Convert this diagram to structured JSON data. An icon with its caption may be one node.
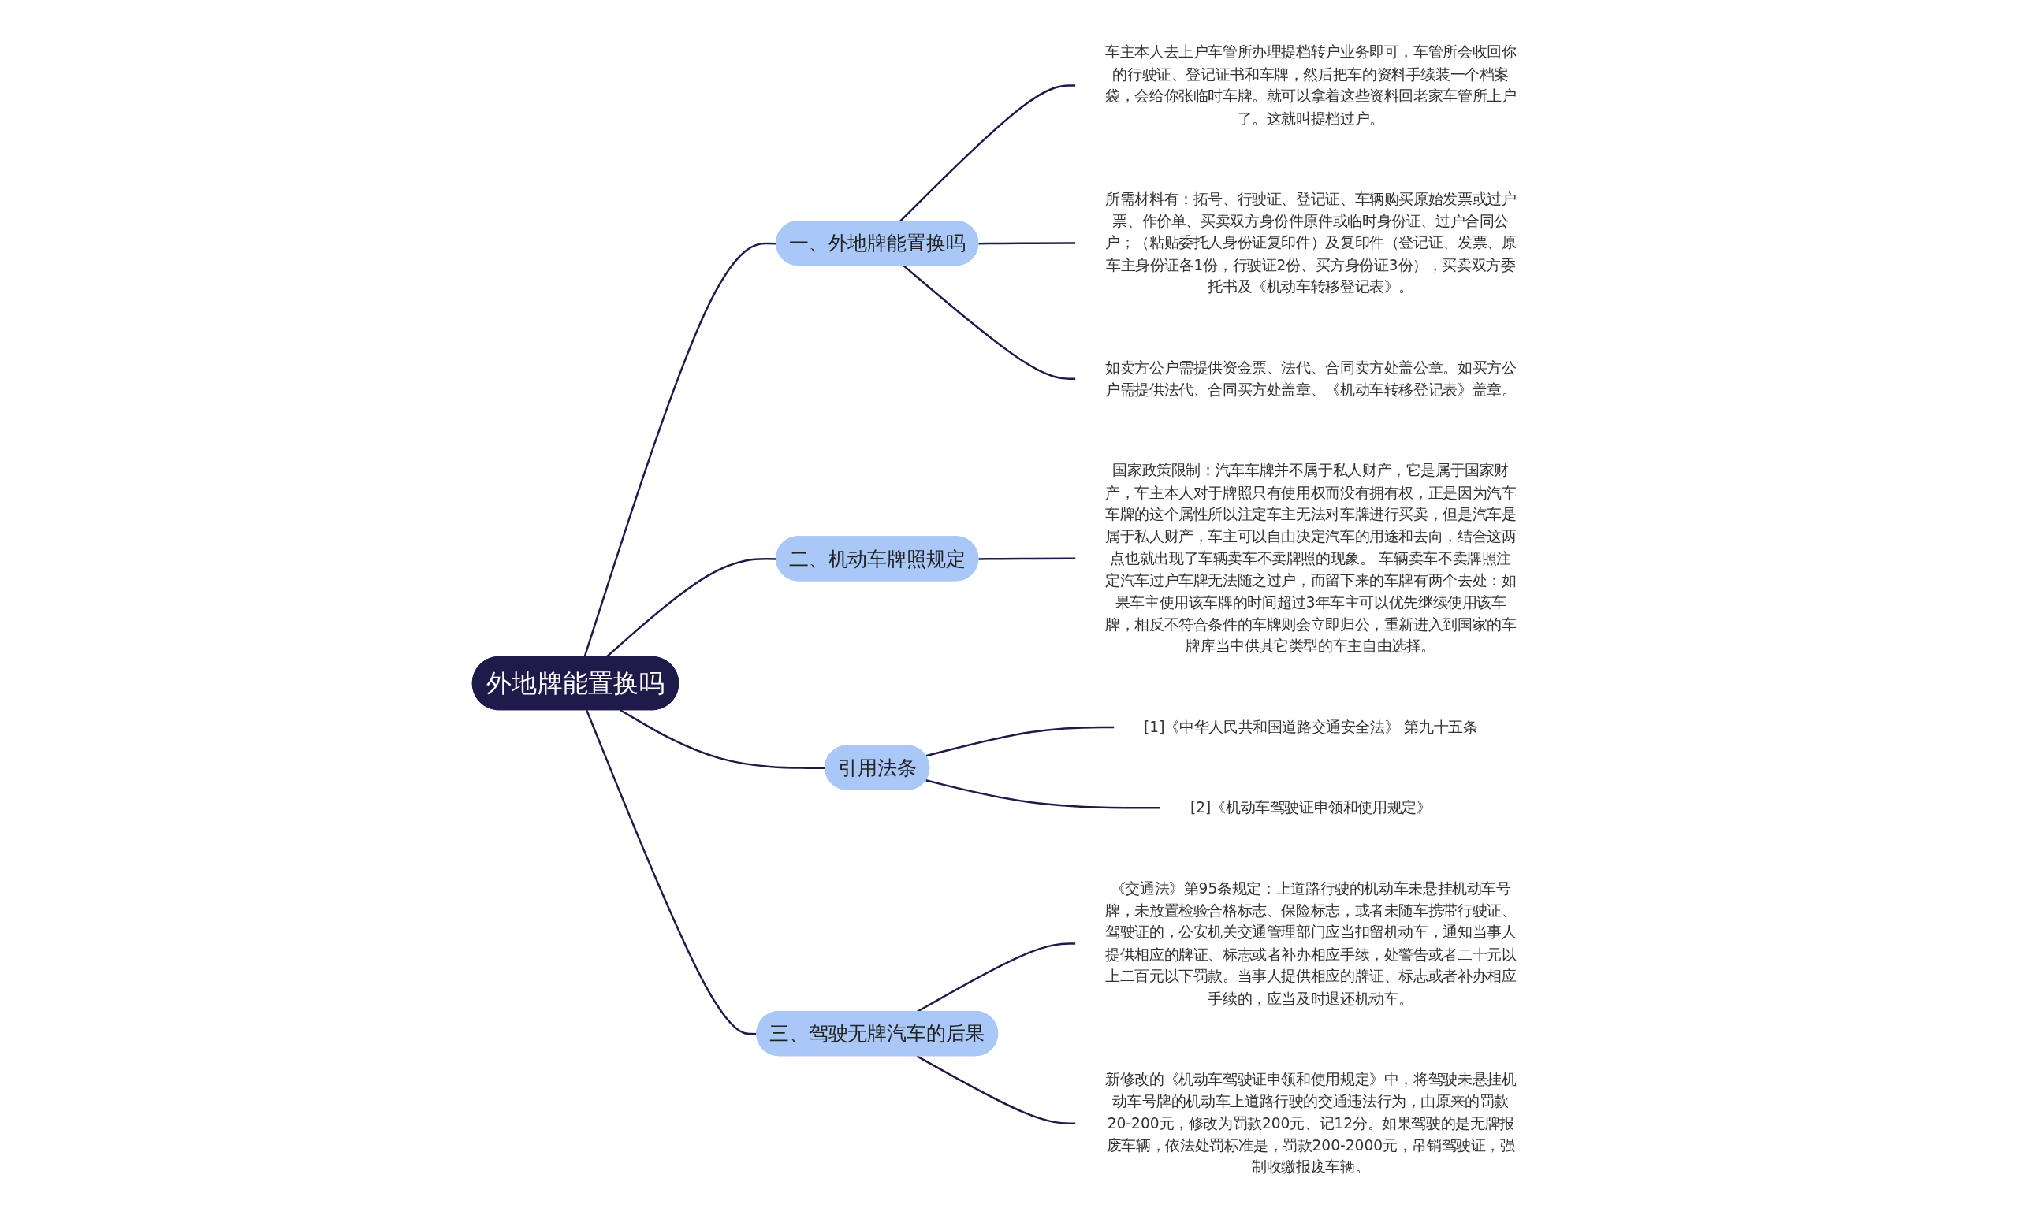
{
  "diagram": {
    "nodes": [
      {
        "text": [
          "外地牌能置换吗"
        ]
      },
      {
        "text": [
          "一、外地牌能置换吗"
        ]
      },
      {
        "text": [
          "车主本人去上户车管所办理提档转户业务即可，车管所会收回你的行驶证、登记证书和车牌，然后把车的资料手续装一个档案袋，会给你张临时车牌。就可以拿着这些资料回老家车管所上户了。这就叫提档过户。"
        ]
      },
      {
        "text": [
          "所需材料有：拓号、行驶证、登记证、车辆购买原始发票或过户票、作价单、买卖双方身份件原件或临时身份证、过户合同公户；（粘贴委托人身份证复印件）及复印件（登记证、发票、原车主身份证各1份，行驶证2份、买方身份证3份），买卖双方委托书及《机动车转移登记表》。"
        ]
      },
      {
        "text": [
          "如卖方公户需提供资金票、法代、合同卖方处盖公章。如买方公户需提供法代、合同买方处盖章、《机动车转移登记表》盖章。"
        ]
      },
      {
        "text": [
          "二、机动车牌照规定"
        ]
      },
      {
        "text": [
          "国家政策限制：汽车车牌并不属于私人财产，它是属于国家财产，车主本人对于牌照只有使用权而没有拥有权，正是因为汽车车牌的这个属性所以注定车主无法对车牌进行买卖，但是汽车是属于私人财产，车主可以自由决定汽车的用途和去向，结合这两点也就出现了车辆卖车不卖牌照的现象。 车辆卖车不卖牌照注定汽车过户车牌无法随之过户，而留下来的车牌有两个去处：如果车主使用该车牌的时间超过3年车主可以优先继续使用该车牌，相反不符合条件的车牌则会立即归公，重新进入到国家的车牌库当中供其它类型的车主自由选择。"
        ]
      },
      {
        "text": [
          "引用法条"
        ]
      },
      {
        "text": [
          "[1]《中华人民共和国道路交通安全法》 第九十五条"
        ]
      },
      {
        "text": [
          "[2]《机动车驾驶证申领和使用规定》"
        ]
      },
      {
        "text": [
          "三、驾驶无牌汽车的后果"
        ]
      },
      {
        "text": [
          "《交通法》第95条规定：上道路行驶的机动车未悬挂机动车号牌，未放置检验合格标志、保险标志，或者未随车携带行驶证、驾驶证的，公安机关交通管理部门应当扣留机动车，通知当事人提供相应的牌证、标志或者补办相应手续，处警告或者二十元以上二百元以下罚款。当事人提供相应的牌证、标志或者补办相应手续的，应当及时退还机动车。"
        ]
      },
      {
        "text": [
          "新修改的《机动车驾驶证申领和使用规定》中，将驾驶未悬挂机动车号牌的机动车上道路行驶的交通违法行为，由原来的罚款20-200元，修改为罚款200元、记12分。如果驾驶的是无牌报废车辆，依法处罚标准是，罚款200-2000元，吊销驾驶证，强制收缴报废车辆。"
        ]
      }
    ],
    "edges": [
      {
        "from": 0,
        "to": 1,
        "arrow": "none"
      },
      {
        "from": 1,
        "to": 2,
        "arrow": "none"
      },
      {
        "from": 1,
        "to": 3,
        "arrow": "none"
      },
      {
        "from": 1,
        "to": 4,
        "arrow": "none"
      },
      {
        "from": 0,
        "to": 5,
        "arrow": "none"
      },
      {
        "from": 5,
        "to": 6,
        "arrow": "none"
      },
      {
        "from": 0,
        "to": 7,
        "arrow": "none"
      },
      {
        "from": 7,
        "to": 8,
        "arrow": "none"
      },
      {
        "from": 7,
        "to": 9,
        "arrow": "none"
      },
      {
        "from": 0,
        "to": 10,
        "arrow": "none"
      },
      {
        "from": 10,
        "to": 11,
        "arrow": "none"
      },
      {
        "from": 10,
        "to": 12,
        "arrow": "none"
      }
    ]
  }
}
